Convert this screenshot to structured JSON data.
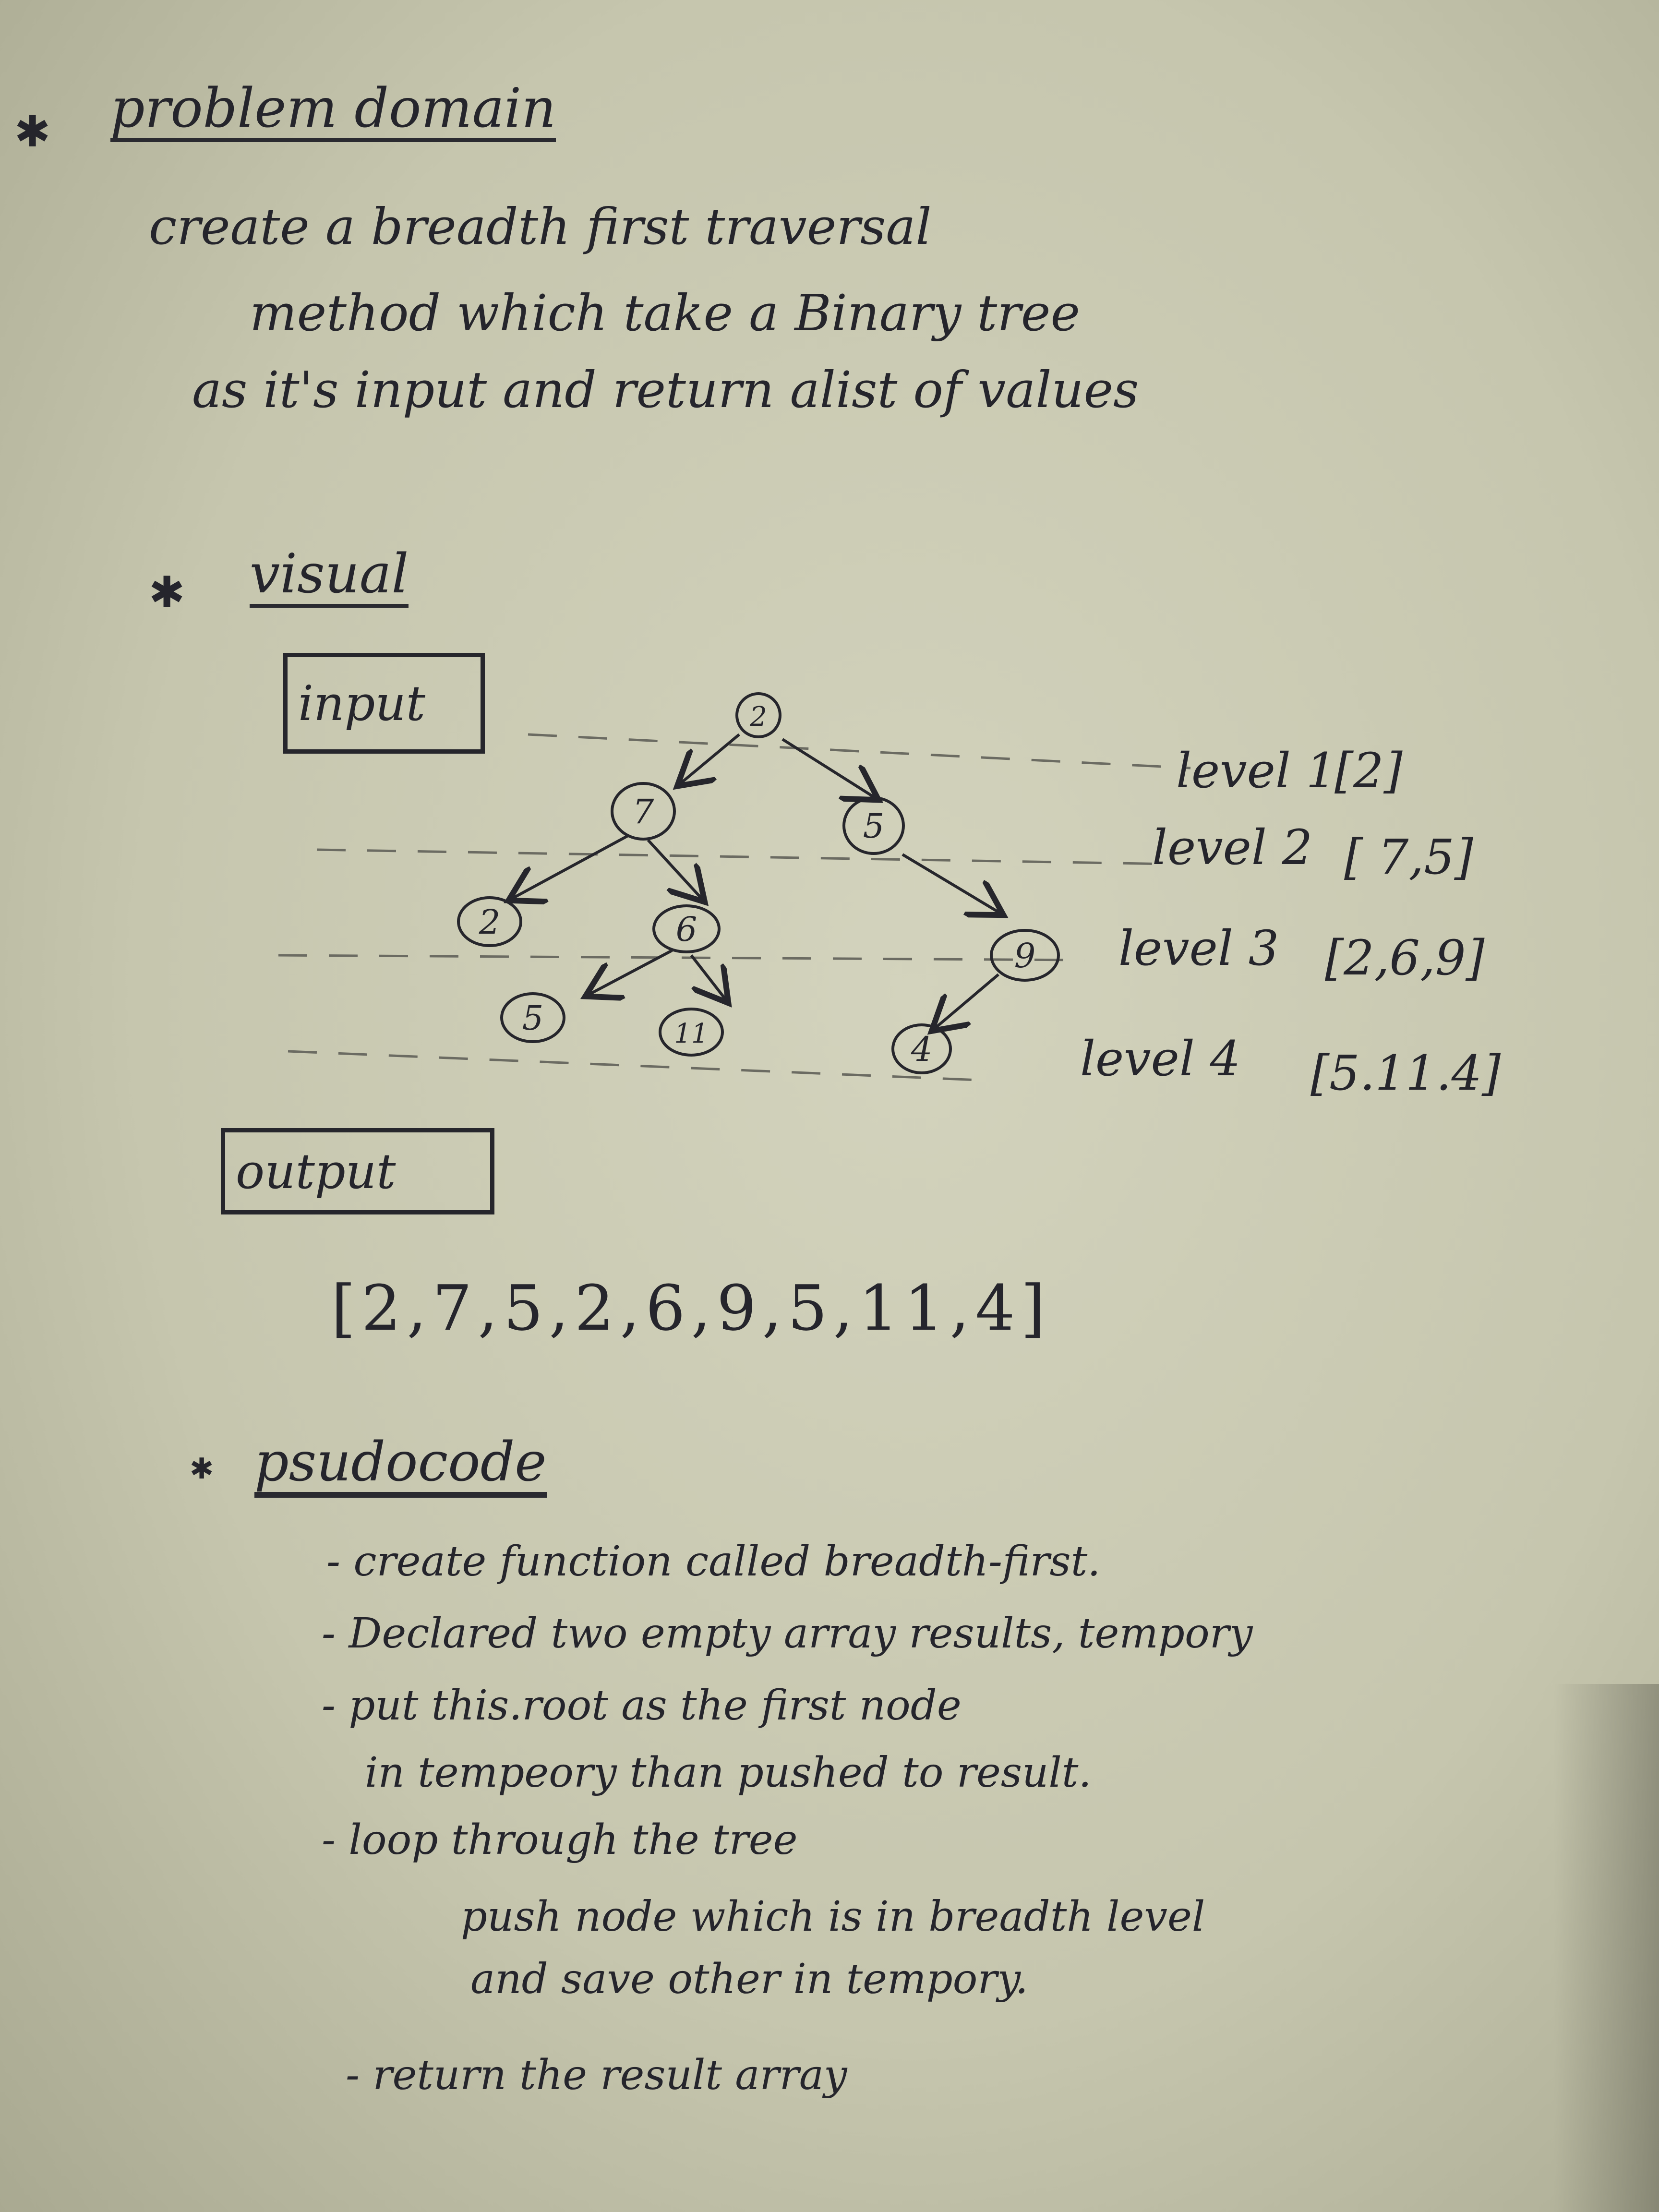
{
  "problem": {
    "heading": "problem domain",
    "lines": [
      "create a breadth first traversal",
      "method which take a Binary tree",
      "as it's input and return alist of values"
    ]
  },
  "visual": {
    "heading": "visual",
    "input_label": "input",
    "output_label": "output",
    "tree_nodes": [
      "2",
      "7",
      "5",
      "2",
      "6",
      "9",
      "5",
      "11",
      "4"
    ],
    "levels": [
      {
        "label": "level 1",
        "values": "[2]"
      },
      {
        "label": "level 2",
        "values": "[ 7,5]"
      },
      {
        "label": "level 3",
        "values": "[2,6,9]"
      },
      {
        "label": "level 4",
        "values": "[5.11.4]"
      }
    ],
    "output_array": "[2,7,5,2,6,9,5,11,4]"
  },
  "pseudocode": {
    "heading": "psudocode",
    "lines": [
      "- create function called breadth-first.",
      "- Declared two empty array results, tempory",
      "- put this.root as the first node",
      "in tempeory than pushed to result.",
      "- loop through the tree",
      "push node which is in breadth level",
      "and save other in tempory.",
      "- return the result array"
    ]
  }
}
